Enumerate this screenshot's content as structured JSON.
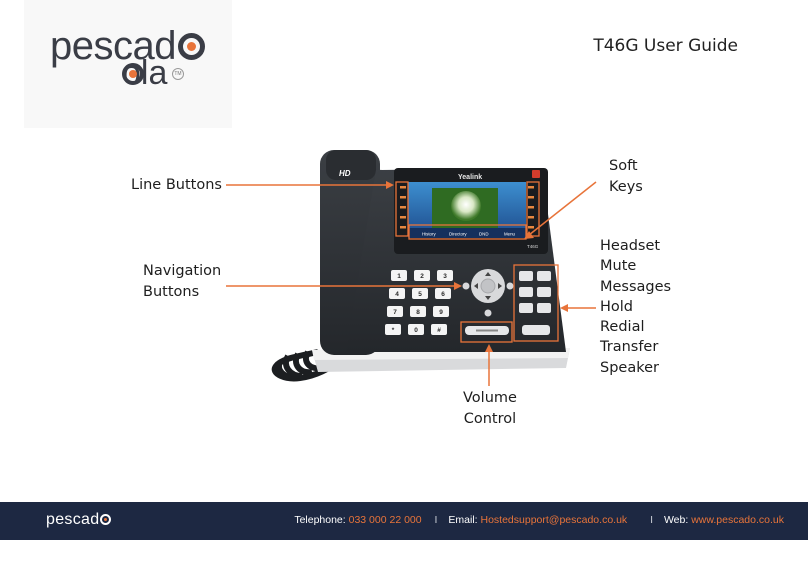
{
  "header": {
    "logo_top": "pescad",
    "logo_bottom": "ola",
    "logo_tm": "TM",
    "title": "T46G User Guide"
  },
  "phone": {
    "brand": "Yealink",
    "screen_tabs": [
      "History",
      "Directory",
      "DND",
      "Menu"
    ],
    "model_label": "T46G",
    "keypad": [
      "1",
      "2",
      "3",
      "4",
      "5",
      "6",
      "7",
      "8",
      "9",
      "*",
      "0",
      "#"
    ]
  },
  "callouts": {
    "line_buttons": "Line Buttons",
    "navigation": [
      "Navigation",
      "Buttons"
    ],
    "soft_keys": [
      "Soft",
      "Keys"
    ],
    "feature_keys": [
      "Headset",
      "Mute",
      "Messages",
      "Hold",
      "Redial",
      "Transfer",
      "Speaker"
    ],
    "volume": [
      "Volume",
      "Control"
    ]
  },
  "footer": {
    "logo": "pescad",
    "telephone_label": "Telephone:",
    "telephone": "033 000 22 000",
    "email_label": "Email:",
    "email": "Hostedsupport@pescado.co.uk",
    "web_label": "Web:",
    "web": "www.pescado.co.uk",
    "separator": "I"
  },
  "colors": {
    "accent": "#e8743a",
    "footer_bg": "#1d2842",
    "logo_text": "#3a3d46"
  }
}
